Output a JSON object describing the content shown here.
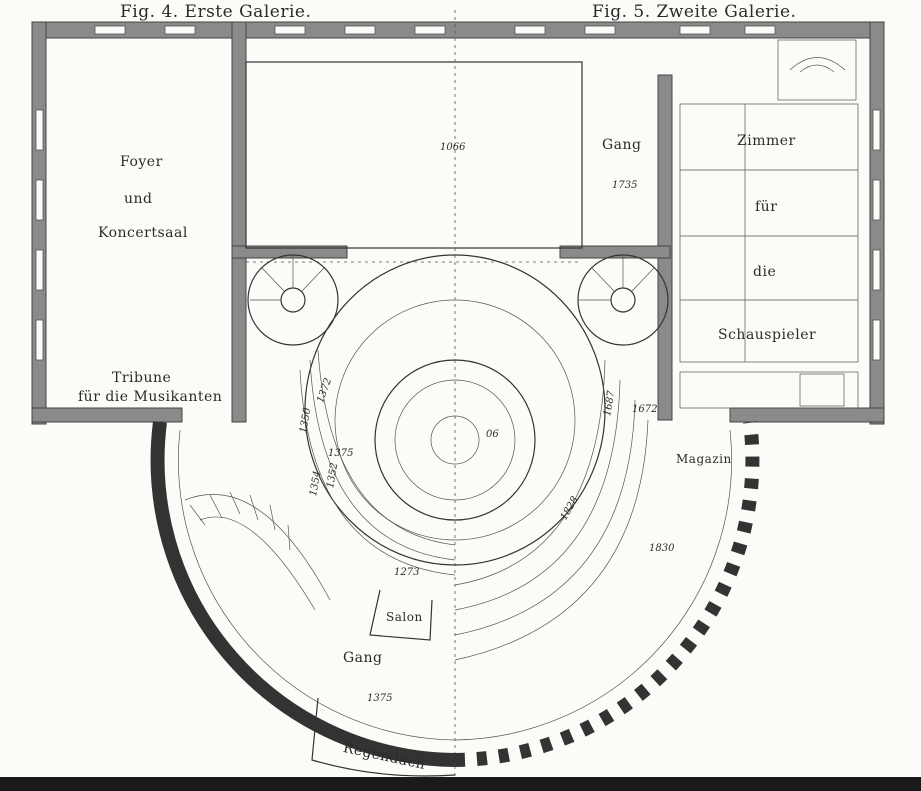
{
  "captions": {
    "fig4": "Fig. 4. Erste Galerie.",
    "fig5": "Fig. 5. Zweite Galerie."
  },
  "rooms": {
    "foyer_line1": "Foyer",
    "foyer_line2": "und",
    "foyer_line3": "Koncertsaal",
    "tribune_line1": "Tribune",
    "tribune_line2": "für die Musikanten",
    "gang_upper": "Gang",
    "zimmer": "Zimmer",
    "fuer": "für",
    "die": "die",
    "schauspieler": "Schauspieler",
    "magazin": "Magazin",
    "salon": "Salon",
    "gang_lower": "Gang",
    "regendach": "Regendach"
  },
  "dimensions": {
    "d1066": "1066",
    "d1735": "1735",
    "d1372": "1372",
    "d1350": "1350",
    "d1375a": "1375",
    "d1354": "1354",
    "d1352": "1352",
    "d1273": "1273",
    "d1375b": "1375",
    "d1687": "1687",
    "d1672": "1672",
    "d1828": "1828",
    "d1830": "1830",
    "d06": "06"
  }
}
